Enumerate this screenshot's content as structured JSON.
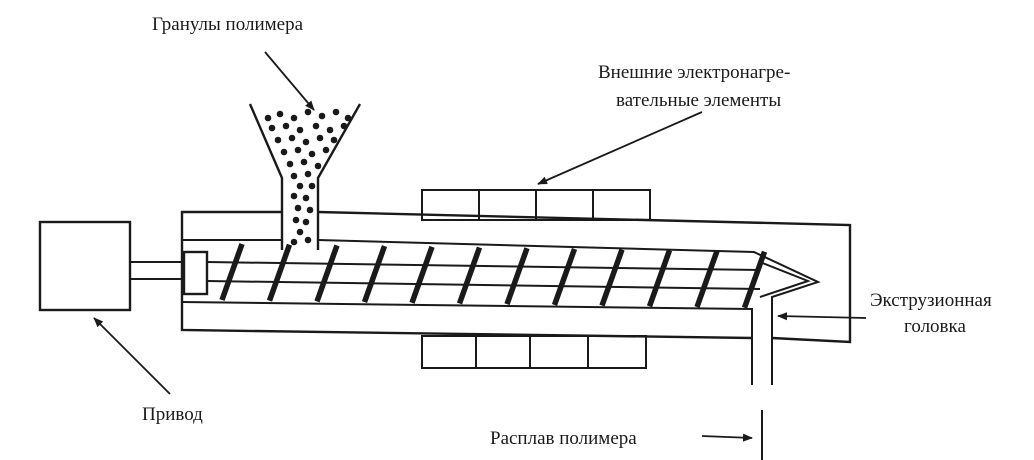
{
  "labels": {
    "granules": "Гранулы полимера",
    "heaters_line1": "Внешние электронагре-",
    "heaters_line2": "вательные элементы",
    "drive": "Привод",
    "die_line1": "Экструзионная",
    "die_line2": "головка",
    "melt": "Расплав полимера"
  },
  "colors": {
    "ink": "#1a1a1a",
    "background": "#ffffff"
  }
}
